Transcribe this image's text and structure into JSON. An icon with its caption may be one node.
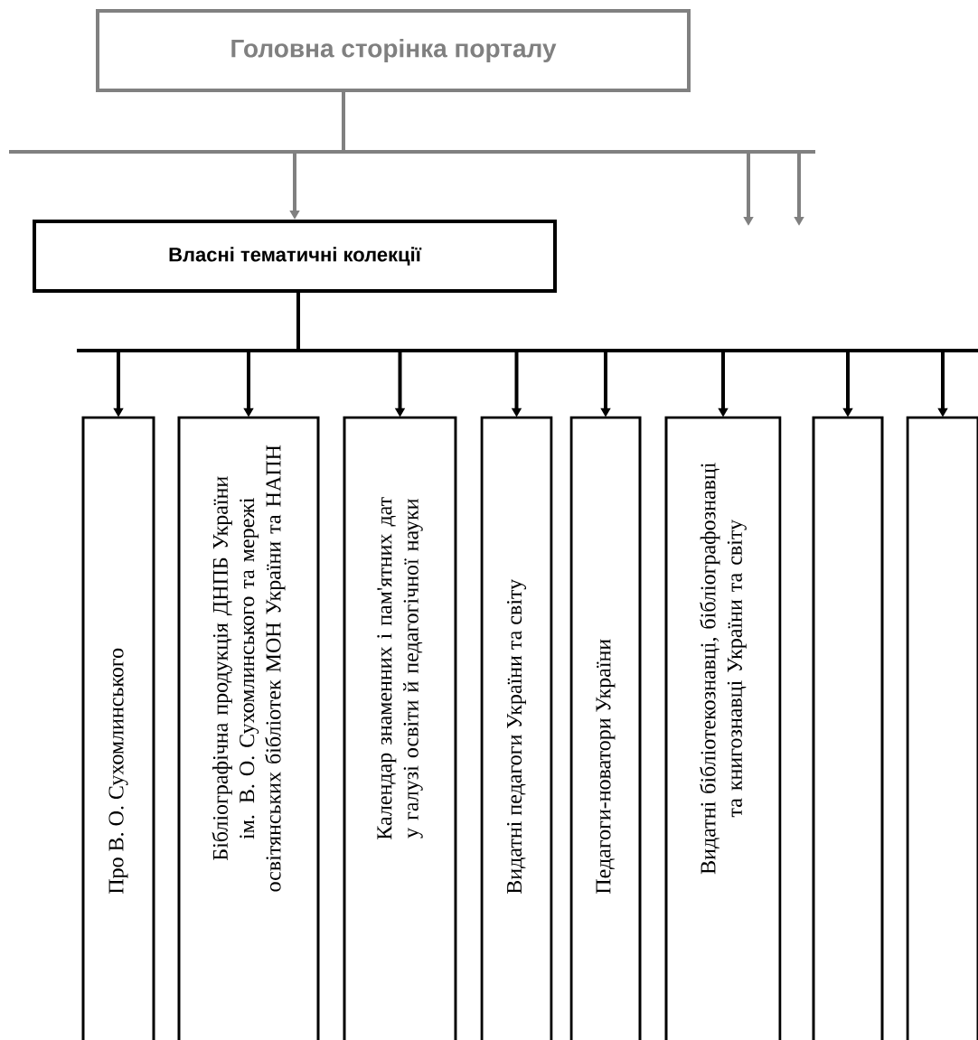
{
  "diagram": {
    "nodes": [
      {
        "text": [
          "Головна сторінка порталу"
        ]
      },
      {
        "text": [
          "Власні тематичні колекції"
        ]
      },
      {
        "text": [
          "Про В. О. Сухомлинського"
        ]
      },
      {
        "text": [
          "Бібліографічна продукція ДНПБ України ім. В. О. Сухомлинського та мережі освітянських бібліотек МОН України та НАПН"
        ]
      },
      {
        "text": [
          "Календар знаменних і пам'ятних дат у галузі освіти й педагогічної науки"
        ]
      },
      {
        "text": [
          "Видатні педагоги України та світу"
        ]
      },
      {
        "text": [
          "Педагоги-новатори України"
        ]
      },
      {
        "text": [
          "Видатні бібліотекознавці, бібліографознавці та книгознавці України та світу"
        ]
      },
      {
        "text": [],
        "shape": "box"
      },
      {
        "text": [],
        "shape": "box"
      }
    ],
    "edges": [
      {
        "from": 0,
        "to": 1,
        "arrow": "to",
        "color": "#808080"
      },
      {
        "from": 0,
        "to": null,
        "arrow": "to",
        "color": "#808080"
      },
      {
        "from": 0,
        "to": null,
        "arrow": "to",
        "color": "#808080"
      },
      {
        "from": 1,
        "to": 2,
        "arrow": "to"
      },
      {
        "from": 1,
        "to": 3,
        "arrow": "to"
      },
      {
        "from": 1,
        "to": 4,
        "arrow": "to"
      },
      {
        "from": 1,
        "to": 5,
        "arrow": "to"
      },
      {
        "from": 1,
        "to": 6,
        "arrow": "to"
      },
      {
        "from": 1,
        "to": 7,
        "arrow": "to"
      },
      {
        "from": 1,
        "to": 8,
        "arrow": "to"
      },
      {
        "from": 1,
        "to": 9,
        "arrow": "to"
      }
    ]
  }
}
